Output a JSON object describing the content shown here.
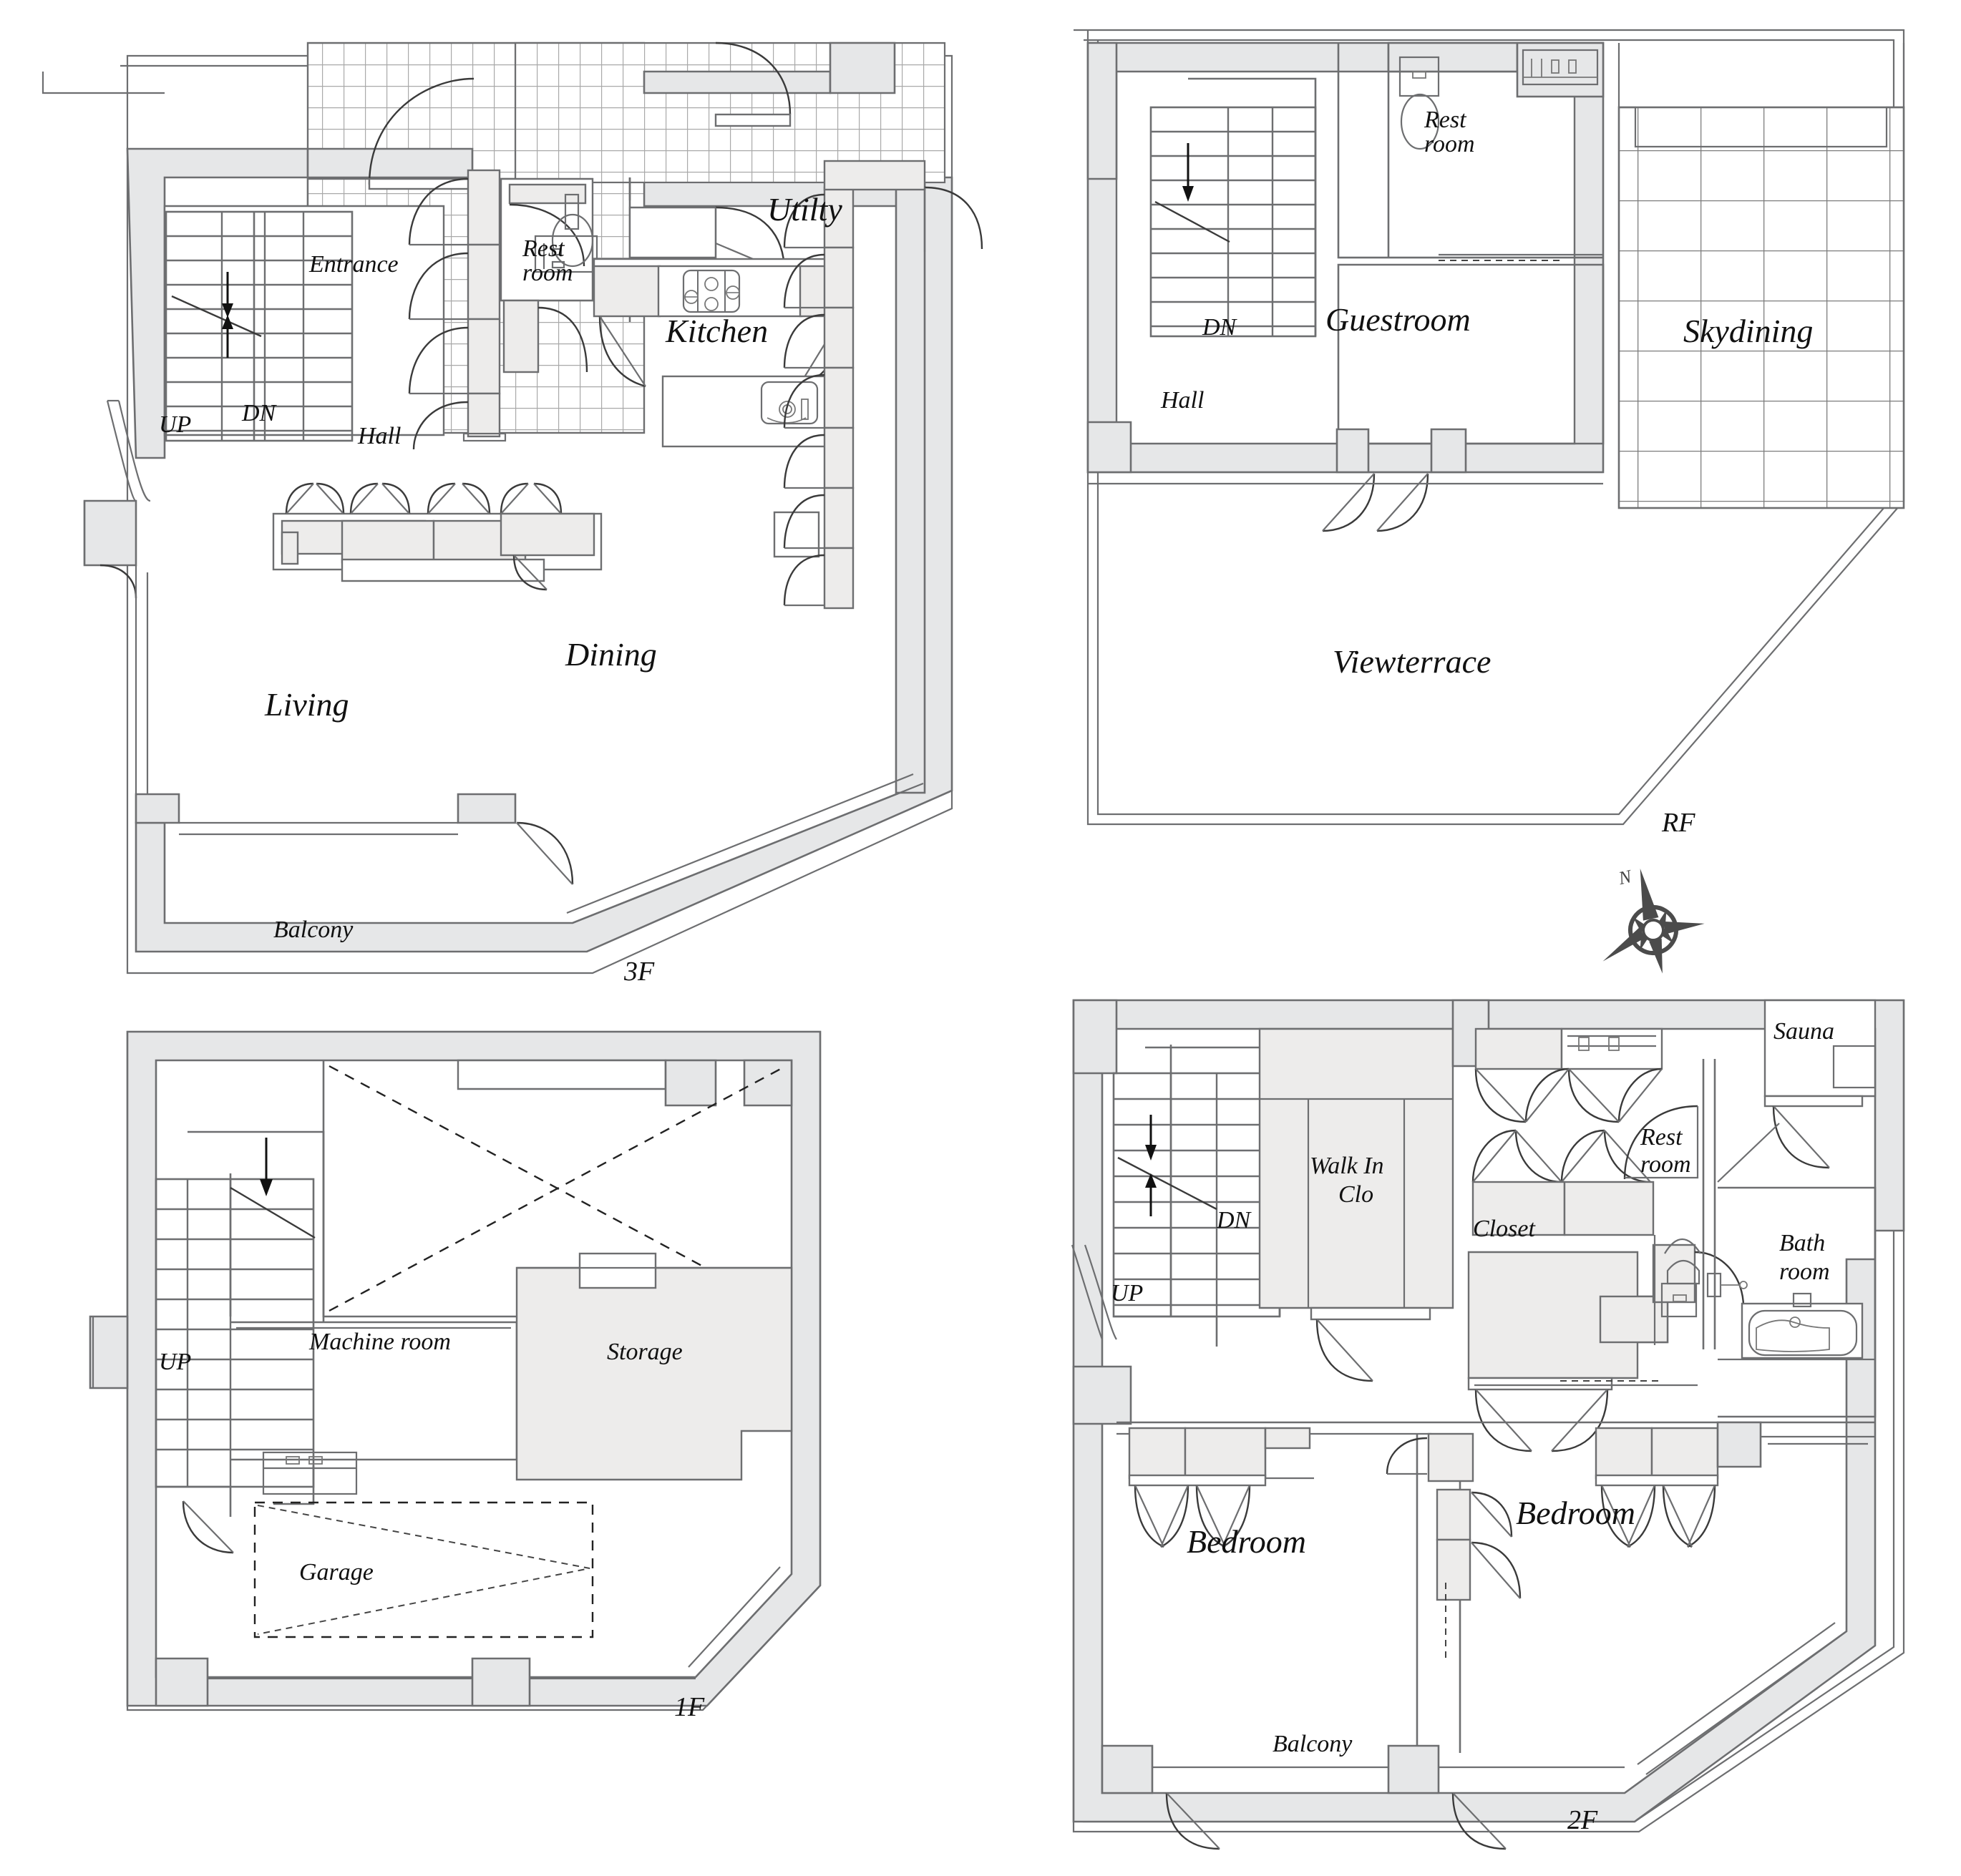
{
  "drawing": {
    "type": "multi-floor residential floor plan set",
    "orientation_marker": "N",
    "floor_label_3f": "3F",
    "floor_label_rf": "RF",
    "floor_label_1f": "1F",
    "floor_label_2f": "2F"
  },
  "colors": {
    "wall_fill": "#e6e7e8",
    "furniture_fill": "#edeceb",
    "line": "#6d6e70",
    "line_dark": "#3a3a3a",
    "text": "#111111",
    "background": "#ffffff",
    "tile_line": "#9b9b9b"
  },
  "floors": [
    {
      "id": "3f",
      "label": "3F",
      "position": "top-left",
      "rooms": [
        {
          "name": "Entrance",
          "label": "Entrance",
          "floor_finish": "tile"
        },
        {
          "name": "Hall",
          "label": "Hall",
          "floor_finish": "tile"
        },
        {
          "name": "Rest room",
          "label": "Rest\nroom",
          "line1": "Rest",
          "line2": "room"
        },
        {
          "name": "Utility",
          "label": "Utilty"
        },
        {
          "name": "Kitchen",
          "label": "Kitchen"
        },
        {
          "name": "Dining",
          "label": "Dining"
        },
        {
          "name": "Living",
          "label": "Living"
        },
        {
          "name": "Balcony",
          "label": "Balcony"
        }
      ],
      "stairs": [
        {
          "label": "UP",
          "direction": "up"
        },
        {
          "label": "DN",
          "direction": "down"
        }
      ],
      "fixtures": [
        "stove-4-burner",
        "kitchen-island-with-sink",
        "toilet",
        "sideboard-cabinet",
        "wall-cabinets"
      ]
    },
    {
      "id": "rf",
      "label": "RF",
      "position": "top-right",
      "rooms": [
        {
          "name": "Hall",
          "label": "Hall"
        },
        {
          "name": "Rest room",
          "label": "Rest\nroom",
          "line1": "Rest",
          "line2": "room"
        },
        {
          "name": "Guestroom",
          "label": "Guestroom"
        },
        {
          "name": "Skydining",
          "label": "Skydining",
          "floor_finish": "deck-grid"
        },
        {
          "name": "Viewterrace",
          "label": "Viewterrace"
        }
      ],
      "stairs": [
        {
          "label": "DN",
          "direction": "down"
        }
      ],
      "fixtures": [
        "toilet",
        "vanity"
      ]
    },
    {
      "id": "1f",
      "label": "1F",
      "position": "bottom-left",
      "rooms": [
        {
          "name": "Machine room",
          "label": "Machine room"
        },
        {
          "name": "Storage",
          "label": "Storage"
        },
        {
          "name": "Garage",
          "label": "Garage",
          "outline": "dashed"
        }
      ],
      "stairs": [
        {
          "label": "UP",
          "direction": "up"
        }
      ],
      "fixtures": [
        "void-dashed-cross",
        "car-turning-arc",
        "utility-box"
      ]
    },
    {
      "id": "2f",
      "label": "2F",
      "position": "bottom-right",
      "rooms": [
        {
          "name": "Walk In Closet",
          "label": "Walk In\nClo",
          "line1": "Walk In",
          "line2": "Clo"
        },
        {
          "name": "Closet",
          "label": "Closet"
        },
        {
          "name": "Rest room",
          "label": "Rest\nroom",
          "line1": "Rest",
          "line2": "room"
        },
        {
          "name": "Sauna",
          "label": "Sauna"
        },
        {
          "name": "Bath room",
          "label": "Bath\nroom",
          "line1": "Bath",
          "line2": "room"
        },
        {
          "name": "Bedroom A",
          "label": "Bedroom"
        },
        {
          "name": "Bedroom B",
          "label": "Bedroom"
        },
        {
          "name": "Balcony",
          "label": "Balcony"
        }
      ],
      "stairs": [
        {
          "label": "UP",
          "direction": "up"
        },
        {
          "label": "DN",
          "direction": "down"
        }
      ],
      "fixtures": [
        "bathtub",
        "toilet",
        "vanity",
        "closet-shelving",
        "wardrobe-units"
      ]
    }
  ],
  "compass": {
    "north_label": "N"
  }
}
